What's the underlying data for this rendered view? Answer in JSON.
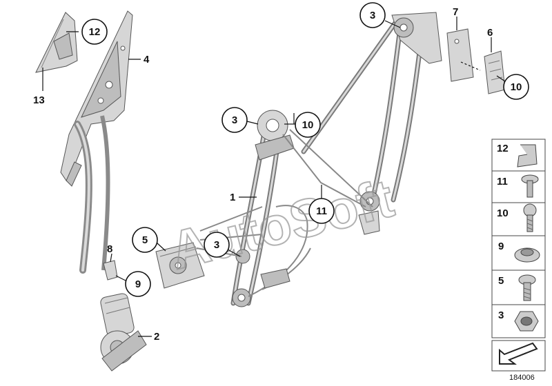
{
  "diagram": {
    "callouts": {
      "c12_top": "12",
      "c4": "4",
      "c13": "13",
      "c3_top": "3",
      "c7": "7",
      "c6": "6",
      "c10_right": "10",
      "c3_mid": "3",
      "c10_mid": "10",
      "c1": "1",
      "c11_mid": "11",
      "c5": "5",
      "c3_low": "3",
      "c8": "8",
      "c9": "9",
      "c2": "2"
    },
    "legend": [
      {
        "num": "12",
        "icon": "clip-icon"
      },
      {
        "num": "11",
        "icon": "rivet-icon"
      },
      {
        "num": "10",
        "icon": "bolt-icon"
      },
      {
        "num": "9",
        "icon": "flange-screw-icon"
      },
      {
        "num": "5",
        "icon": "torx-screw-icon"
      },
      {
        "num": "3",
        "icon": "hex-nut-icon"
      }
    ],
    "reference_number": "184006",
    "watermark": "AutoSoft"
  }
}
